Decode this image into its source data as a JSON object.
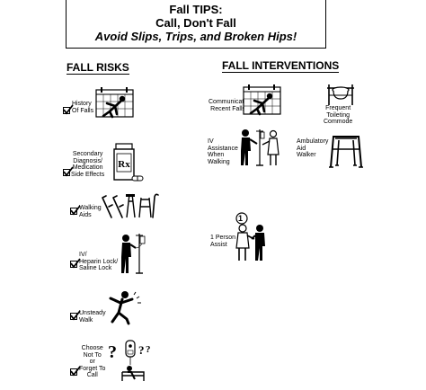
{
  "header": {
    "line1": "Fall TIPS:",
    "line2": "Call, Don't Fall",
    "line3": "Avoid Slips, Trips, and Broken Hips!"
  },
  "risks": {
    "heading": "FALL RISKS",
    "items": [
      {
        "lines": [
          "History",
          "Of Falls"
        ],
        "icon": "falling-person-calendar-icon"
      },
      {
        "lines": [
          "Secondary",
          "Diagnosis/",
          "Medication",
          "Side Effects"
        ],
        "icon": "pill-bottle-rx-icon"
      },
      {
        "lines": [
          "Walking",
          "Aids"
        ],
        "icon": "walking-aids-icon"
      },
      {
        "lines": [
          "IV/",
          "Heparin Lock/",
          "Saline Lock"
        ],
        "icon": "iv-pole-person-icon"
      },
      {
        "lines": [
          "Unsteady",
          "Walk"
        ],
        "icon": "unsteady-person-icon"
      },
      {
        "lines": [
          "Choose",
          "Not To",
          "or",
          "Forget To",
          "Call"
        ],
        "icon": "confused-bed-patient-icon"
      }
    ]
  },
  "interventions": {
    "heading": "FALL INTERVENTIONS",
    "items": [
      {
        "lines": [
          "Communicate",
          "Recent Falls"
        ],
        "icon": "falling-person-calendar-icon"
      },
      {
        "lines": [
          "Frequent",
          "Toileting",
          "Commode"
        ],
        "icon": "commode-icon"
      },
      {
        "lines": [
          "IV",
          "Assistance",
          "When",
          "Walking"
        ],
        "icon": "iv-assistance-icon"
      },
      {
        "lines": [
          "Ambulatory",
          "Aid",
          "Walker"
        ],
        "icon": "walker-icon"
      },
      {
        "lines": [
          "1 Person",
          "Assist"
        ],
        "icon": "one-person-assist-icon",
        "badge": "1"
      }
    ]
  }
}
